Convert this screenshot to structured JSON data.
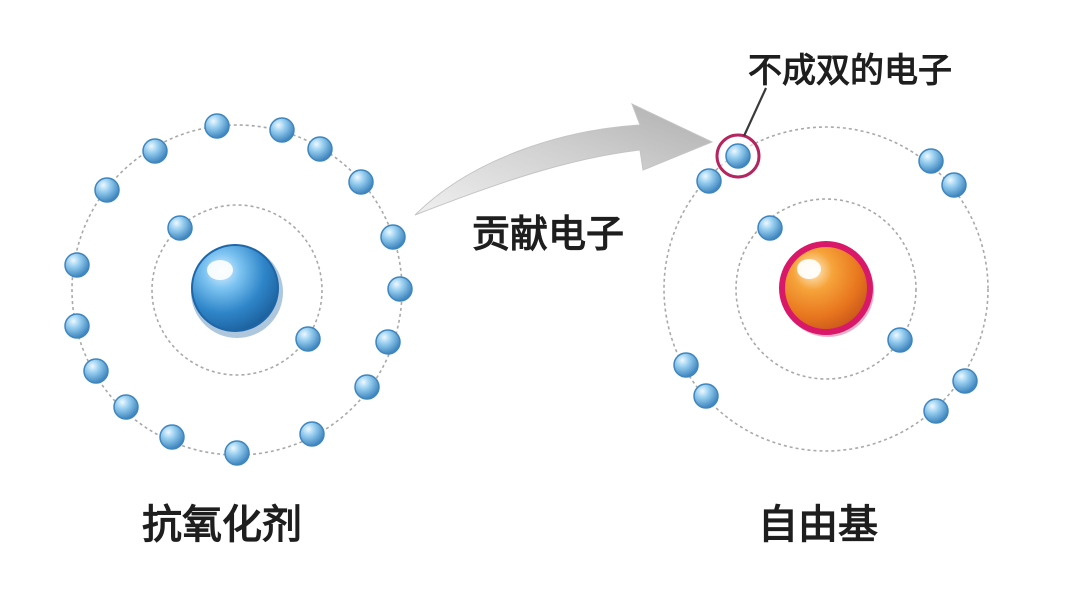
{
  "labels": {
    "antioxidant": "抗氧化剂",
    "free_radical": "自由基",
    "donate_electron": "贡献电子",
    "unpaired_electron": "不成双的电子"
  },
  "colors": {
    "electron_fill": "#7dbde6",
    "electron_edge": "#3f86bf",
    "antioxidant_nucleus": "#2f86c9",
    "free_radical_nucleus": "#e8761e",
    "free_radical_nucleus_edge": "#d9186a",
    "arrow": "#b8b8b8",
    "highlight_ring": "#b3265f",
    "text": "#1e1e1e"
  }
}
